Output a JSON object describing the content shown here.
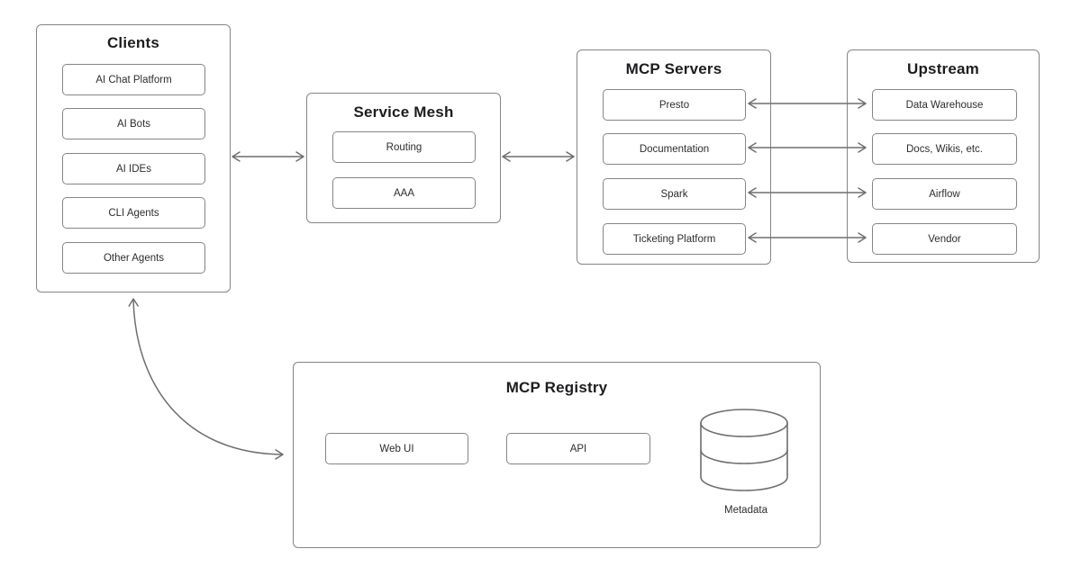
{
  "diagram": {
    "background": "#ffffff",
    "box_border_color": "#858585",
    "arrow_color": "#6e6e6e",
    "title_color": "#1d1d1f",
    "label_color": "#2d2d2d"
  },
  "groups": {
    "clients": {
      "title": "Clients",
      "items": [
        "AI Chat Platform",
        "AI Bots",
        "AI IDEs",
        "CLI Agents",
        "Other Agents"
      ]
    },
    "service_mesh": {
      "title": "Service Mesh",
      "items": [
        "Routing",
        "AAA"
      ]
    },
    "mcp_servers": {
      "title": "MCP Servers",
      "items": [
        "Presto",
        "Documentation",
        "Spark",
        "Ticketing Platform"
      ]
    },
    "upstream": {
      "title": "Upstream",
      "items": [
        "Data Warehouse",
        "Docs, Wikis, etc.",
        "Airflow",
        "Vendor"
      ]
    },
    "mcp_registry": {
      "title": "MCP Registry",
      "items": [
        "Web UI",
        "API"
      ],
      "database_label": "Metadata"
    }
  },
  "connections": [
    {
      "from": "Clients",
      "to": "Service Mesh",
      "type": "bidirectional"
    },
    {
      "from": "Service Mesh",
      "to": "MCP Servers",
      "type": "bidirectional"
    },
    {
      "from": "Presto",
      "to": "Data Warehouse",
      "type": "bidirectional"
    },
    {
      "from": "Documentation",
      "to": "Docs, Wikis, etc.",
      "type": "bidirectional"
    },
    {
      "from": "Spark",
      "to": "Airflow",
      "type": "bidirectional"
    },
    {
      "from": "Ticketing Platform",
      "to": "Vendor",
      "type": "bidirectional"
    },
    {
      "from": "Clients",
      "to": "MCP Registry",
      "type": "bidirectional",
      "style": "curved"
    }
  ]
}
